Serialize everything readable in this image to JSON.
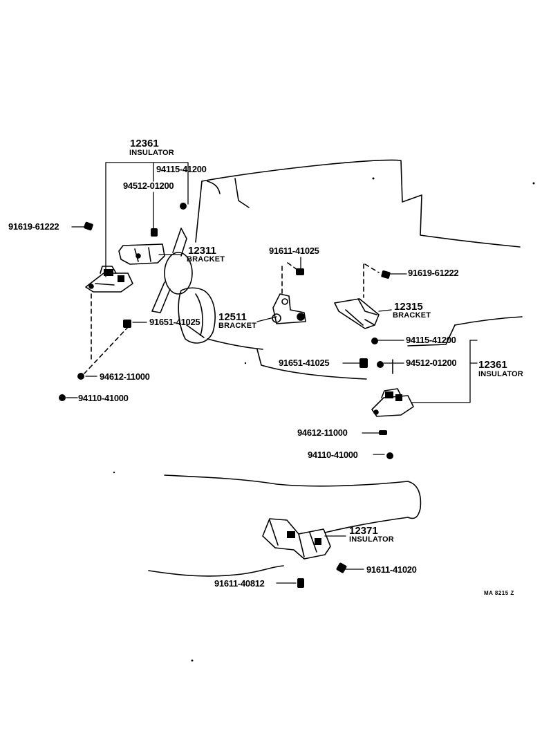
{
  "diagram": {
    "reference_code": "MA 8215 Z",
    "labels": {
      "ins_12361_left_num": "12361",
      "ins_12361_left_name": "INSULATOR",
      "p_94115_41200_top": "94115-41200",
      "p_94512_01200_top": "94512-01200",
      "p_91619_61222_left": "91619-61222",
      "br_12311_num": "12311",
      "br_12311_name": "BRACKET",
      "p_91611_41025": "91611-41025",
      "p_91619_61222_right": "91619-61222",
      "br_12315_num": "12315",
      "br_12315_name": "BRACKET",
      "p_91651_41025_left": "91651-41025",
      "br_12511_num": "12511",
      "br_12511_name": "BRACKET",
      "p_94115_41200_right": "94115-41200",
      "p_91651_41025_mid": "91651-41025",
      "p_94512_01200_right": "94512-01200",
      "ins_12361_right_num": "12361",
      "ins_12361_right_name": "INSULATOR",
      "p_94612_11000_left": "94612-11000",
      "p_94110_41000_left": "94110-41000",
      "p_94612_11000_right": "94612-11000",
      "p_94110_41000_right": "94110-41000",
      "ins_12371_num": "12371",
      "ins_12371_name": "INSULATOR",
      "p_91611_41020": "91611-41020",
      "p_91611_40812": "91611-40812"
    }
  }
}
